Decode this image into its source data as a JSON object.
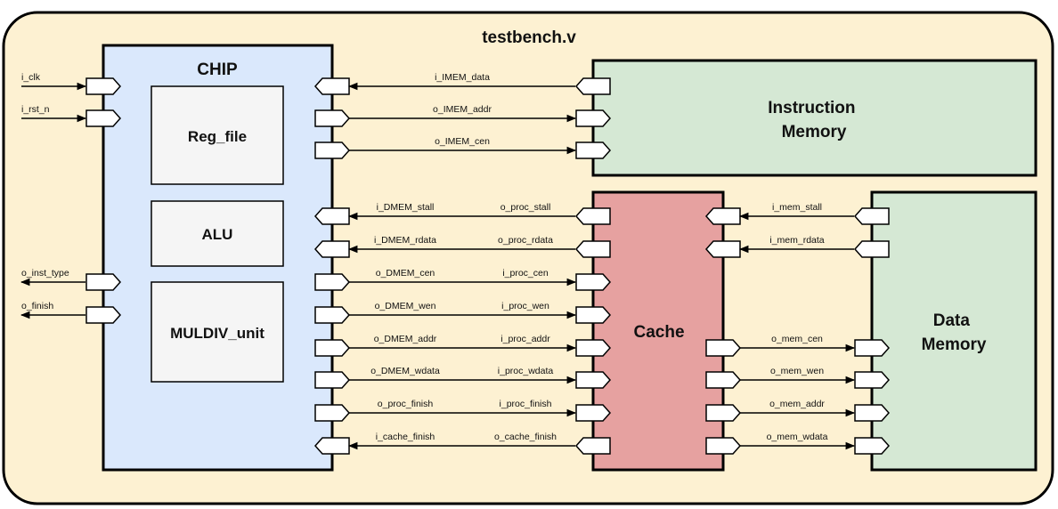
{
  "diagram": {
    "title": "testbench.v",
    "colors": {
      "testbench_fill": "#FDF1D2",
      "chip_fill": "#DAE8FC",
      "submodule_fill": "#F5F5F5",
      "imem_fill": "#D5E8D4",
      "cache_fill": "#E6A1A0",
      "dmem_fill": "#D5E8D4",
      "stroke": "#000000"
    },
    "blocks": {
      "chip": "CHIP",
      "reg_file": "Reg_file",
      "alu": "ALU",
      "muldiv": "MULDIV_unit",
      "imem": [
        "Instruction",
        "Memory"
      ],
      "cache": "Cache",
      "dmem": [
        "Data",
        "Memory"
      ]
    },
    "chip_external": [
      {
        "label": "i_clk",
        "dir": "in"
      },
      {
        "label": "i_rst_n",
        "dir": "in"
      },
      {
        "label": "o_inst_type",
        "dir": "out"
      },
      {
        "label": "o_finish",
        "dir": "out"
      }
    ],
    "imem_signals": [
      {
        "label": "i_IMEM_data",
        "dir": "to_chip"
      },
      {
        "label": "o_IMEM_addr",
        "dir": "to_mem"
      },
      {
        "label": "o_IMEM_cen",
        "dir": "to_mem"
      }
    ],
    "cache_signals": [
      {
        "chip_label": "i_DMEM_stall",
        "cache_label": "o_proc_stall",
        "dir": "to_chip"
      },
      {
        "chip_label": "i_DMEM_rdata",
        "cache_label": "o_proc_rdata",
        "dir": "to_chip"
      },
      {
        "chip_label": "o_DMEM_cen",
        "cache_label": "i_proc_cen",
        "dir": "to_cache"
      },
      {
        "chip_label": "o_DMEM_wen",
        "cache_label": "i_proc_wen",
        "dir": "to_cache"
      },
      {
        "chip_label": "o_DMEM_addr",
        "cache_label": "i_proc_addr",
        "dir": "to_cache"
      },
      {
        "chip_label": "o_DMEM_wdata",
        "cache_label": "i_proc_wdata",
        "dir": "to_cache"
      },
      {
        "chip_label": "o_proc_finish",
        "cache_label": "i_proc_finish",
        "dir": "to_cache"
      },
      {
        "chip_label": "i_cache_finish",
        "cache_label": "o_cache_finish",
        "dir": "to_chip"
      }
    ],
    "mem_signals_top": [
      {
        "label": "i_mem_stall",
        "dir": "to_cache"
      },
      {
        "label": "i_mem_rdata",
        "dir": "to_cache"
      }
    ],
    "mem_signals_bottom": [
      {
        "label": "o_mem_cen",
        "dir": "to_mem"
      },
      {
        "label": "o_mem_wen",
        "dir": "to_mem"
      },
      {
        "label": "o_mem_addr",
        "dir": "to_mem"
      },
      {
        "label": "o_mem_wdata",
        "dir": "to_mem"
      }
    ]
  }
}
